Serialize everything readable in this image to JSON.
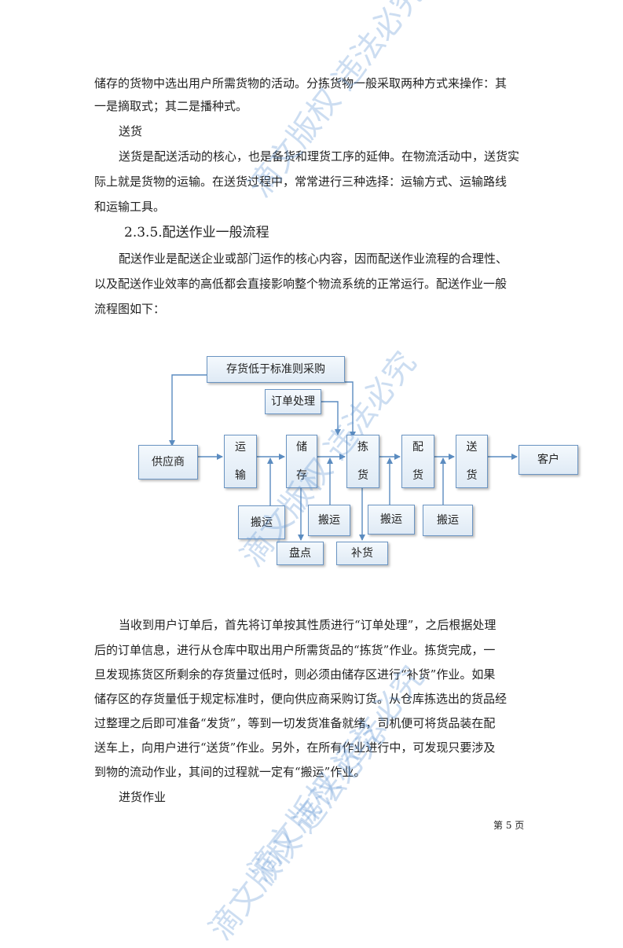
{
  "paragraphs": {
    "p1_line1": "储存的货物中选出用户所需货物的活动。分拣货物一般采取两种方式来操作：其",
    "p1_line2": "一是摘取式；其二是播种式。",
    "subhead_delivery": "送货",
    "p2_line1": "送货是配送活动的核心，也是备货和理货工序的延伸。在物流活动中，送货实",
    "p2_line2": "际上就是货物的运输。在送货过程中，常常进行三种选择：运输方式、运输路线",
    "p2_line3": "和运输工具。",
    "section_heading": "2.3.5.配送作业一般流程",
    "p3_line1": "配送作业是配送企业或部门运作的核心内容，因而配送作业流程的合理性、",
    "p3_line2": "以及配送作业效率的高低都会直接影响整个物流系统的正常运行。配送作业一般",
    "p3_line3": "流程图如下：",
    "p4_line1": "当收到用户订单后，首先将订单按其性质进行“订单处理”，之后根据处理",
    "p4_line2": "后的订单信息，进行从仓库中取出用户所需货品的“拣货”作业。拣货完成，一",
    "p4_line3": "旦发现拣货区所剩余的存货量过低时，则必须由储存区进行“补货”作业。如果",
    "p4_line4": "储存区的存货量低于规定标准时，便向供应商采购订货。从仓库拣选出的货品经",
    "p4_line5": "过整理之后即可准备“发货”，等到一切发货准备就绪，司机便可将货品装在配",
    "p4_line6": "送车上，向用户进行“送货”作业。另外，在所有作业进行中，可发现只要涉及",
    "p4_line7": "到物的流动作业，其间的过程就一定有“搬运”作业。",
    "subhead_receiving": "进货作业"
  },
  "flowchart": {
    "purchase": "存货低于标准则采购",
    "order_processing": "订单处理",
    "supplier": "供应商",
    "transport": [
      "运",
      "输"
    ],
    "storage": [
      "储",
      "存"
    ],
    "picking": [
      "拣",
      "货"
    ],
    "distribution": [
      "配",
      "货"
    ],
    "delivery": [
      "送",
      "货"
    ],
    "customer": "客户",
    "handling_1": "搬运",
    "handling_2": "搬运",
    "handling_3": "搬运",
    "handling_4": "搬运",
    "inventory_count": "盘点",
    "replenish": "补货"
  },
  "footer": {
    "page_number": "第 5 页"
  },
  "watermarks": [
    "滴文版权 违法必究",
    "滴文版权 违法必究",
    "滴文版权 违法必究",
    "滴文版权 违法必究"
  ],
  "colors": {
    "box_border": "#6a94c2",
    "arrow": "#5b8cc0",
    "watermark": "#5f96d2"
  }
}
